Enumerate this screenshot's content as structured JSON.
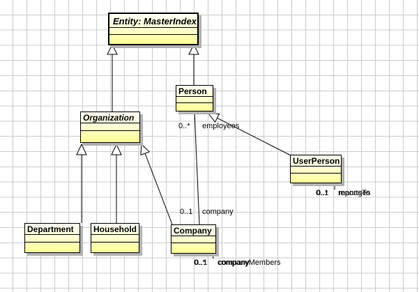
{
  "diagram": {
    "type": "uml-class-diagram",
    "classes": [
      {
        "name": "Entity: MasterIndex",
        "abstract": true
      },
      {
        "name": "Person",
        "abstract": false
      },
      {
        "name": "Organization",
        "abstract": true
      },
      {
        "name": "UserPerson",
        "abstract": false
      },
      {
        "name": "Department",
        "abstract": false
      },
      {
        "name": "Household",
        "abstract": false
      },
      {
        "name": "Company",
        "abstract": false
      }
    ],
    "association_labels": {
      "employees_mult": "0..*",
      "employees_role": "employees",
      "company_mult": "0..1",
      "company_role": "company",
      "reportsTo_mult": "0..1",
      "reportsTo_role": "reportsTo",
      "manages_mult": "0..*",
      "manages_role": "manages",
      "companyMembers_mult": "0..*",
      "companyMembers_role": "companyMembers",
      "company2_mult": "0..1",
      "company2_role": "company"
    },
    "relationships": [
      {
        "type": "generalization",
        "from": "Organization",
        "to": "Entity: MasterIndex"
      },
      {
        "type": "generalization",
        "from": "Person",
        "to": "Entity: MasterIndex"
      },
      {
        "type": "generalization",
        "from": "Department",
        "to": "Organization"
      },
      {
        "type": "generalization",
        "from": "Household",
        "to": "Organization"
      },
      {
        "type": "generalization",
        "from": "Company",
        "to": "Organization"
      },
      {
        "type": "generalization",
        "from": "UserPerson",
        "to": "Person"
      },
      {
        "type": "association",
        "from": "Company",
        "to": "Person",
        "from_role": "company",
        "from_mult": "0..1",
        "to_role": "employees",
        "to_mult": "0..*"
      }
    ],
    "colors": {
      "background": "#FFFFFF",
      "grid_line": "#CBCBCB",
      "class_fill_top": "#FFFFF4",
      "class_fill_bottom": "#FFFF94",
      "class_border": "#000000",
      "shadow": "#B2B2B2"
    }
  }
}
